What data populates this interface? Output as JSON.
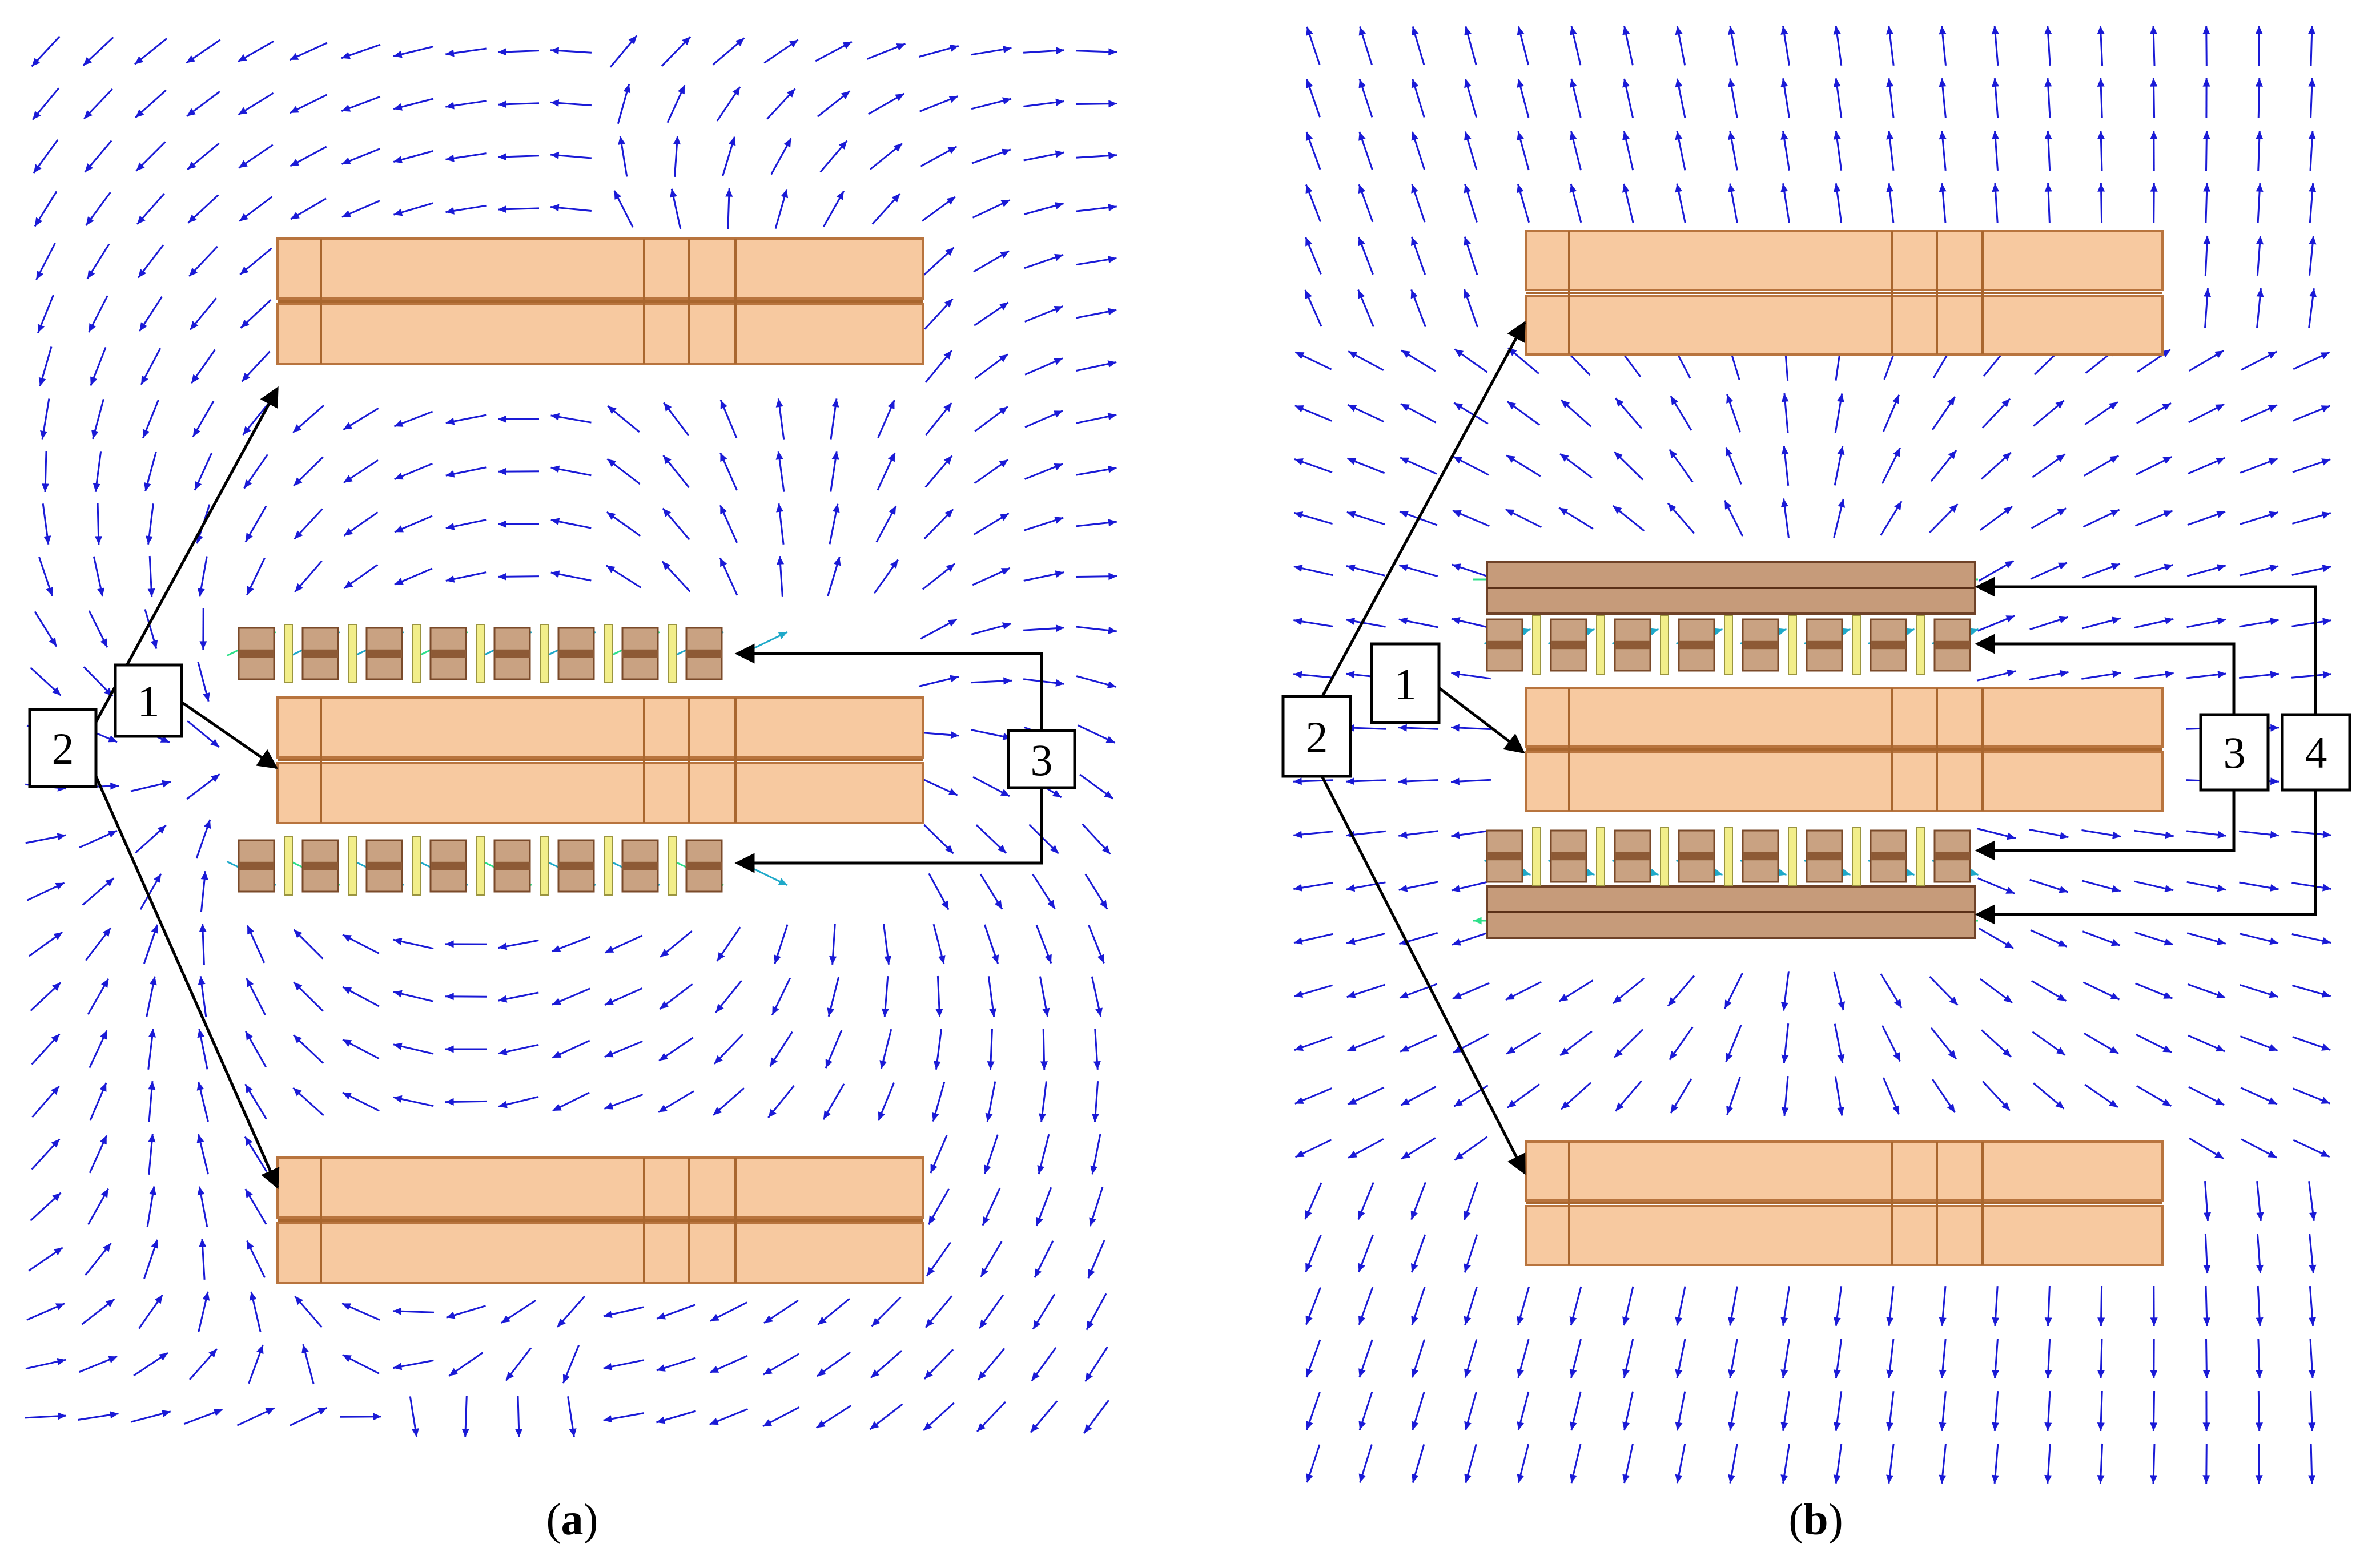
{
  "figure": {
    "panels": [
      {
        "id": "a",
        "caption_open": "(",
        "caption_letter": "a",
        "caption_close": ")",
        "callouts": [
          "1",
          "2",
          "3"
        ]
      },
      {
        "id": "b",
        "caption_open": "(",
        "caption_letter": "b",
        "caption_close": ")",
        "callouts": [
          "1",
          "2",
          "3",
          "4"
        ]
      }
    ],
    "colors": {
      "field_arrow": "#1a1ad6",
      "field_arrow_strong": "#1fa9c9",
      "field_arrow_peak": "#2ee08a",
      "iron_block": "#f7c9a0",
      "tooth": "#c9a282",
      "magnet": "#f2ee8a",
      "yoke": "#c69b7a"
    }
  }
}
